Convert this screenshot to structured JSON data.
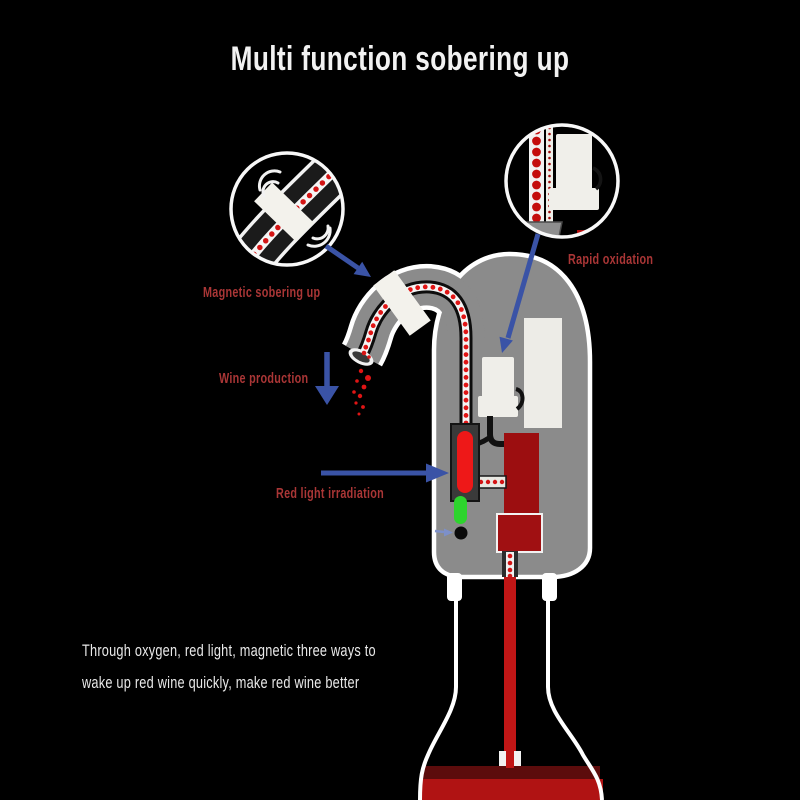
{
  "title": "Multi function sobering up",
  "annotations": {
    "magnetic": {
      "label": "Magnetic sobering up"
    },
    "wine": {
      "label": "Wine production"
    },
    "red_light": {
      "label": "Red light irradiation"
    },
    "oxidation": {
      "label": "Rapid oxidation"
    }
  },
  "footer": {
    "line1": "Through oxygen, red light, magnetic three ways to",
    "line2": "wake up red wine quickly, make red wine better"
  },
  "icons": {
    "magnifier_magnetic": "zoom-circle showing magnet band on wine tube",
    "magnifier_oxidation": "zoom-circle showing bubble tube and pump",
    "vibration_waves": "double-arc shake marks",
    "arrow": "blue pointer arrow"
  },
  "colors": {
    "background": "#000000",
    "title_text": "#f2f2f2",
    "label_text": "#aa3636",
    "footer_text": "#e9e9e9",
    "arrow_blue": "#3a53a6",
    "arrow_blue_light": "#7d90c9",
    "device_gray": "#8b8b8b",
    "outline_white": "#ffffff",
    "component_white": "#edece7",
    "tube_black": "#0d0d0d",
    "wine_dot_red": "#e01515",
    "led_red": "#ee1818",
    "led_green": "#2dd42d",
    "pump_dark_red": "#9c0e10",
    "wine_red": "#b01313",
    "wine_dark": "#5c0c0c",
    "suction_tube_red": "#c11616"
  }
}
